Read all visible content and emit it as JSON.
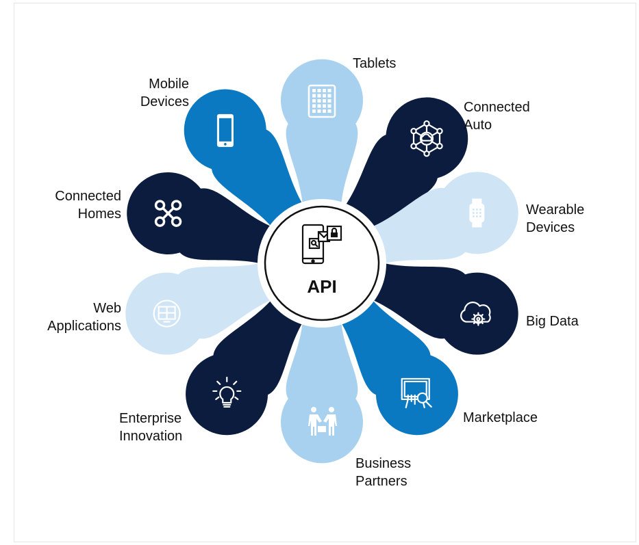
{
  "hub": {
    "label": "API"
  },
  "colors": {
    "navy": "#0b1c3f",
    "blue": "#0a79c2",
    "light": "#a8d1ef",
    "pale": "#cfe5f6"
  },
  "petals": [
    {
      "id": "tablets",
      "label": "Tablets",
      "color": "light",
      "icon": "tablet-icon"
    },
    {
      "id": "connected-auto",
      "label": "Connected\nAuto",
      "color": "navy",
      "icon": "connected-network-icon"
    },
    {
      "id": "wearable-devices",
      "label": "Wearable\nDevices",
      "color": "pale",
      "icon": "smartwatch-icon"
    },
    {
      "id": "big-data",
      "label": "Big Data",
      "color": "navy",
      "icon": "cloud-gear-icon"
    },
    {
      "id": "marketplace",
      "label": "Marketplace",
      "color": "blue",
      "icon": "presentation-magnifier-icon"
    },
    {
      "id": "business-partners",
      "label": "Business\nPartners",
      "color": "light",
      "icon": "handshake-people-icon"
    },
    {
      "id": "enterprise-innovation",
      "label": "Enterprise\nInnovation",
      "color": "navy",
      "icon": "lightbulb-icon"
    },
    {
      "id": "web-applications",
      "label": "Web\nApplications",
      "color": "pale",
      "icon": "web-app-icon"
    },
    {
      "id": "connected-homes",
      "label": "Connected\nHomes",
      "color": "navy",
      "icon": "drone-network-icon"
    },
    {
      "id": "mobile-devices",
      "label": "Mobile\nDevices",
      "color": "blue",
      "icon": "smartphone-icon"
    }
  ]
}
